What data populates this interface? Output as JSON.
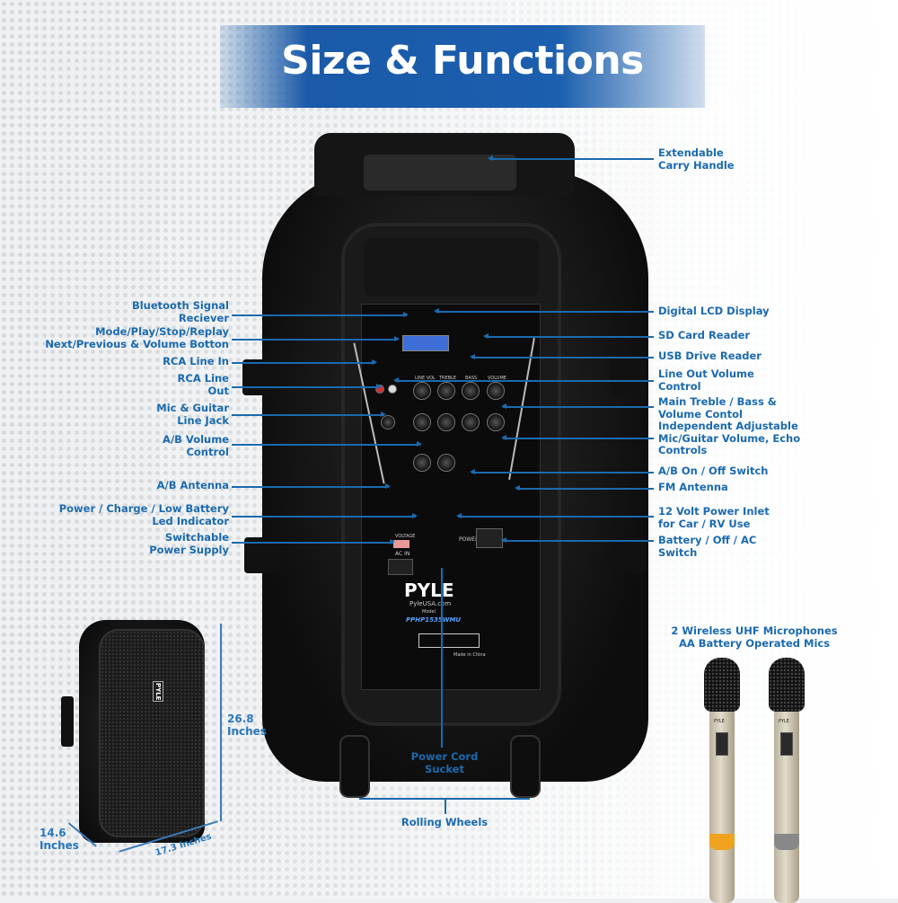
{
  "title": "Size & Functions",
  "left_labels": [
    [
      "Bluetooth Signal",
      "Reciever"
    ],
    [
      "Mode/Play/Stop/Replay",
      "Next/Previous & Volume Botton"
    ],
    [
      "RCA Line In"
    ],
    [
      "RCA Line",
      "Out"
    ],
    [
      "Mic & Guitar",
      "Line Jack"
    ],
    [
      "A/B Volume",
      "Control"
    ],
    [
      "A/B Antenna"
    ],
    [
      "Power / Charge / Low Battery",
      "Led Indicator"
    ],
    [
      "Switchable",
      "Power Supply"
    ]
  ],
  "right_labels": [
    [
      "Extendable",
      "Carry Handle"
    ],
    [
      "Digital LCD Display"
    ],
    [
      "SD Card Reader"
    ],
    [
      "USB Drive Reader"
    ],
    [
      "Line Out Volume",
      "Control"
    ],
    [
      "Main Treble / Bass &",
      "Volume Contol"
    ],
    [
      "Independent Adjustable",
      "Mic/Guitar Volume, Echo",
      "Controls"
    ],
    [
      "A/B On / Off Switch"
    ],
    [
      "FM Antenna"
    ],
    [
      "12 Volt Power Inlet",
      "for Car / RV Use"
    ],
    [
      "Battery / Off / AC",
      "Switch"
    ]
  ],
  "bottom_labels": {
    "power_cord": [
      "Power Cord",
      "Sucket"
    ],
    "wheels": "Rolling Wheels"
  },
  "microphones": [
    "2 Wireless UHF Microphones",
    "AA Battery Operated Mics"
  ],
  "dimensions": {
    "height": [
      "26.8",
      "Inches"
    ],
    "depth": [
      "14.6",
      "Inches"
    ],
    "width": "17.3 Inches"
  },
  "device": {
    "brand": "PYLE",
    "website": "PyleUSA.com",
    "model_label": "Model",
    "model": "PPHP1535WMU",
    "made_in": "Made in China",
    "voltage": "VOLTAGE",
    "ac_in": "AC IN",
    "power": "POWER",
    "knobs": [
      "LINE VOL",
      "TREBLE",
      "BASS",
      "VOLUME"
    ],
    "mic_brand": "PYLE"
  },
  "colors": {
    "label": "#1b6aae",
    "banner": "#1c5fae",
    "lcd": "#3d6fd6"
  }
}
